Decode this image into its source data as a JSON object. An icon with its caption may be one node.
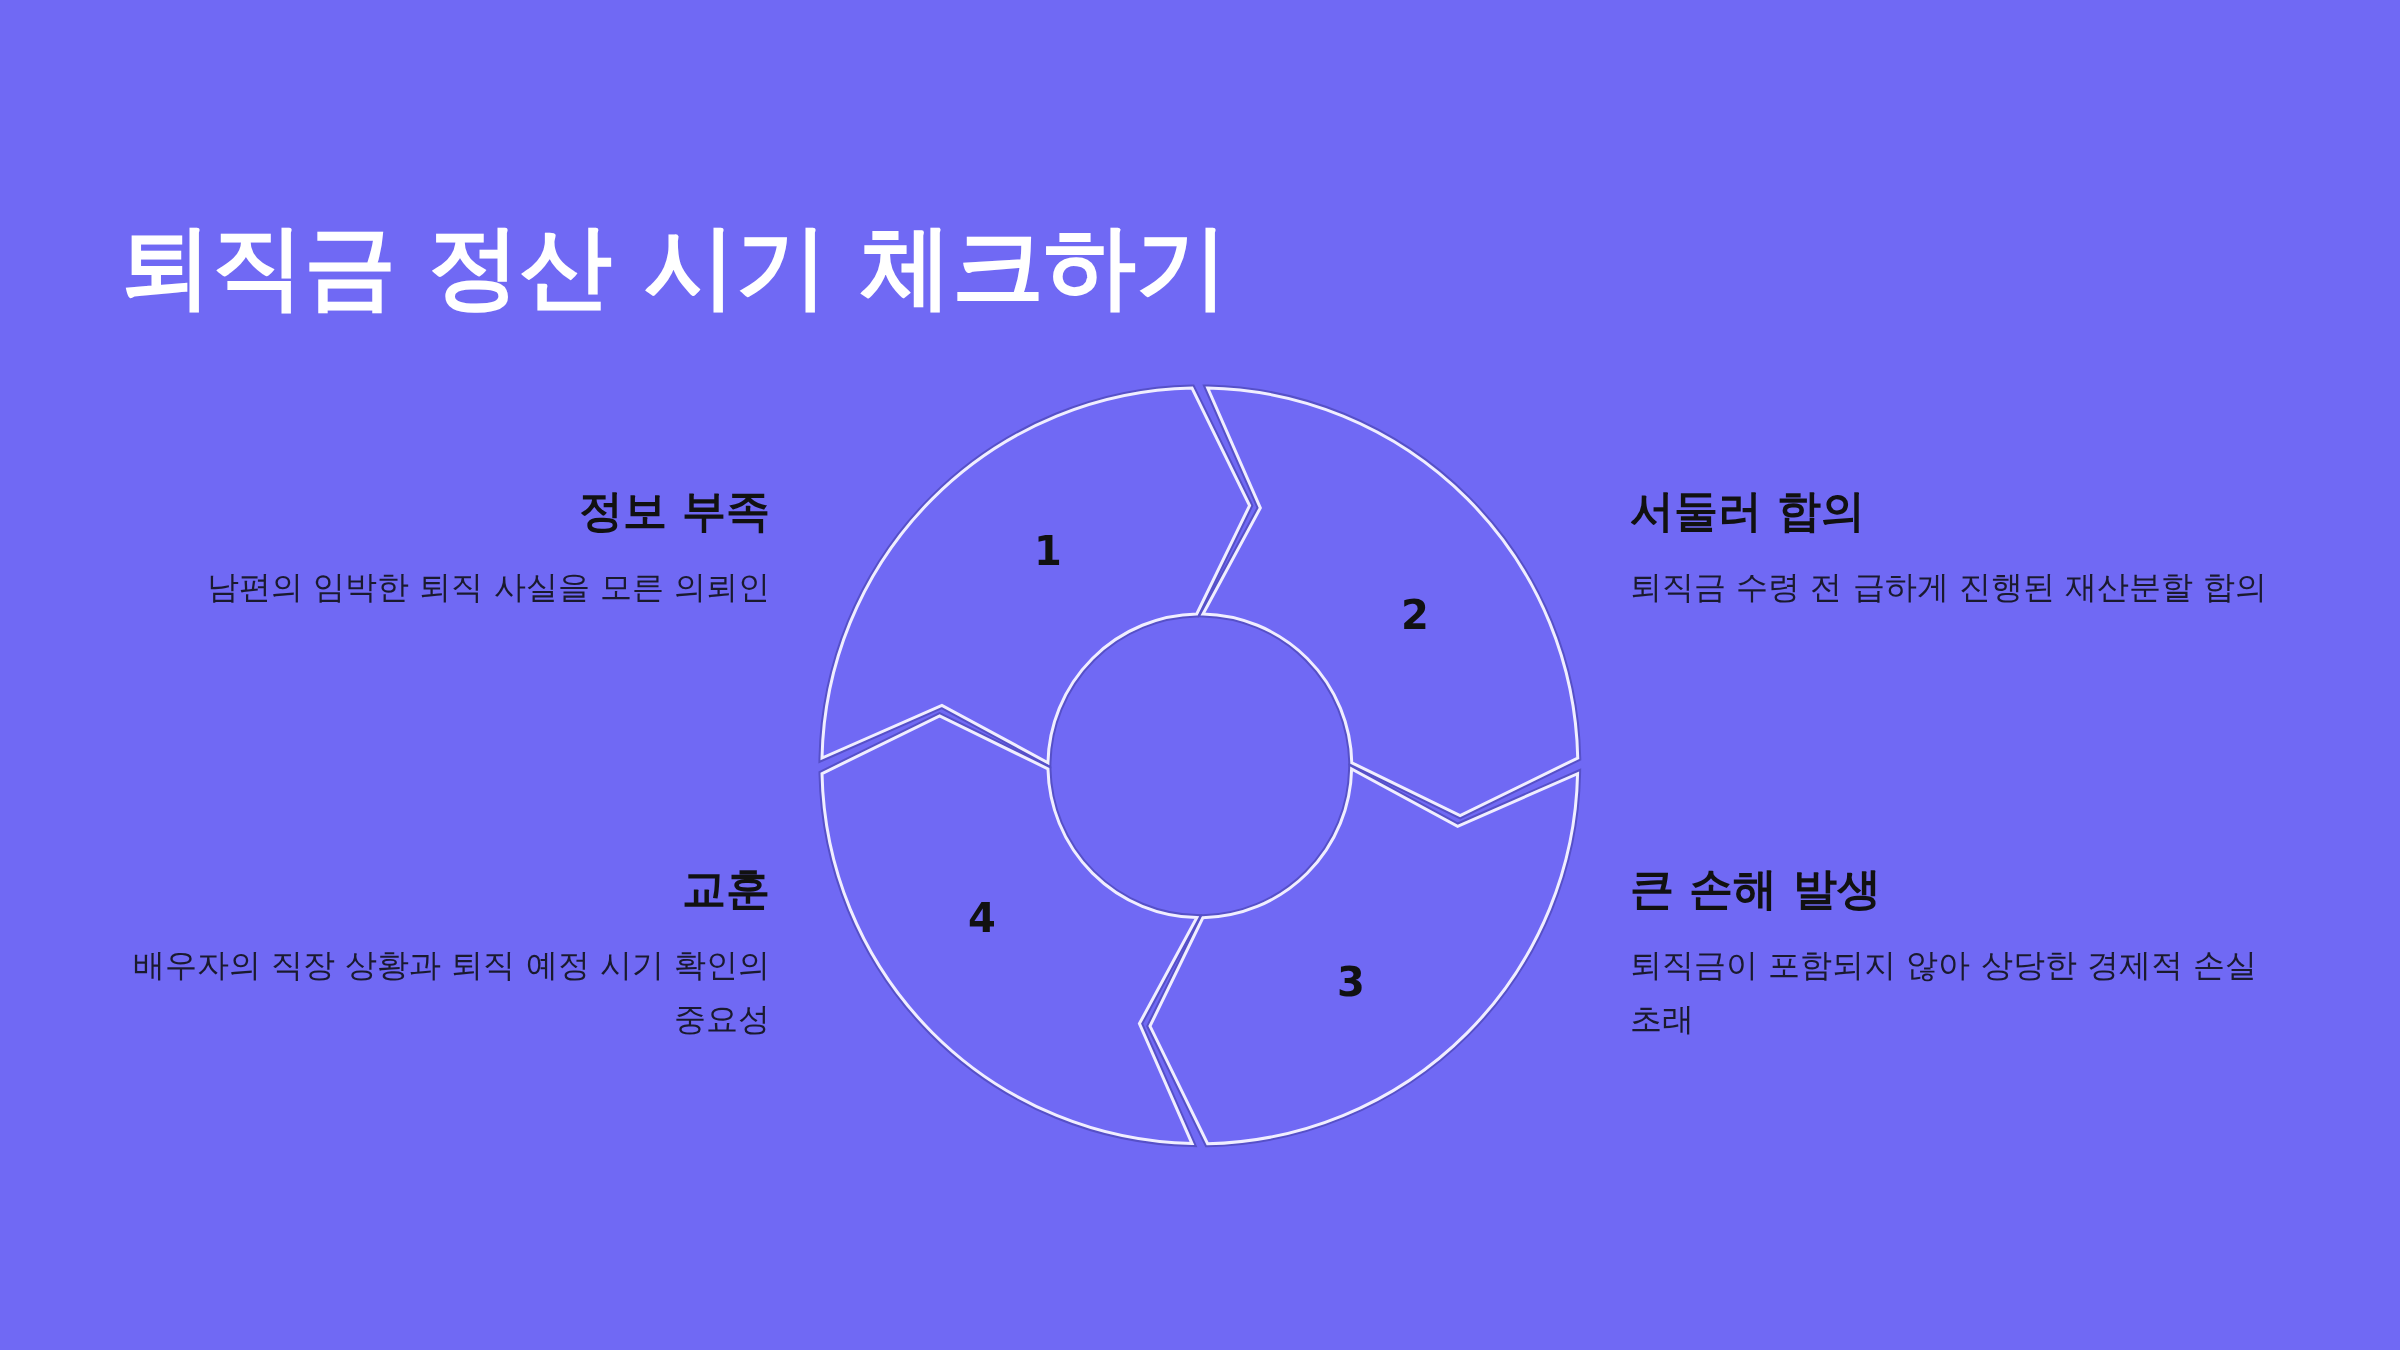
{
  "diagram": {
    "title": "퇴직금 정산 시기 체크하기",
    "nodes": [
      {
        "text": [
          "1"
        ],
        "beside": [
          "정보 부족",
          "남편의 임박한 퇴직 사실을 모른 의뢰인"
        ]
      },
      {
        "text": [
          "2"
        ],
        "beside": [
          "서둘러 합의",
          "퇴직금 수령 전 급하게 진행된 재산분할 합의"
        ]
      },
      {
        "text": [
          "3"
        ],
        "beside": [
          "큰 손해 발생",
          "퇴직금이 포함되지 않아 상당한 경제적 손실 초래"
        ]
      },
      {
        "text": [
          "4"
        ],
        "beside": [
          "교훈",
          "배우자의 직장 상황과 퇴직 예정 시기 확인의 중요성"
        ]
      }
    ]
  }
}
